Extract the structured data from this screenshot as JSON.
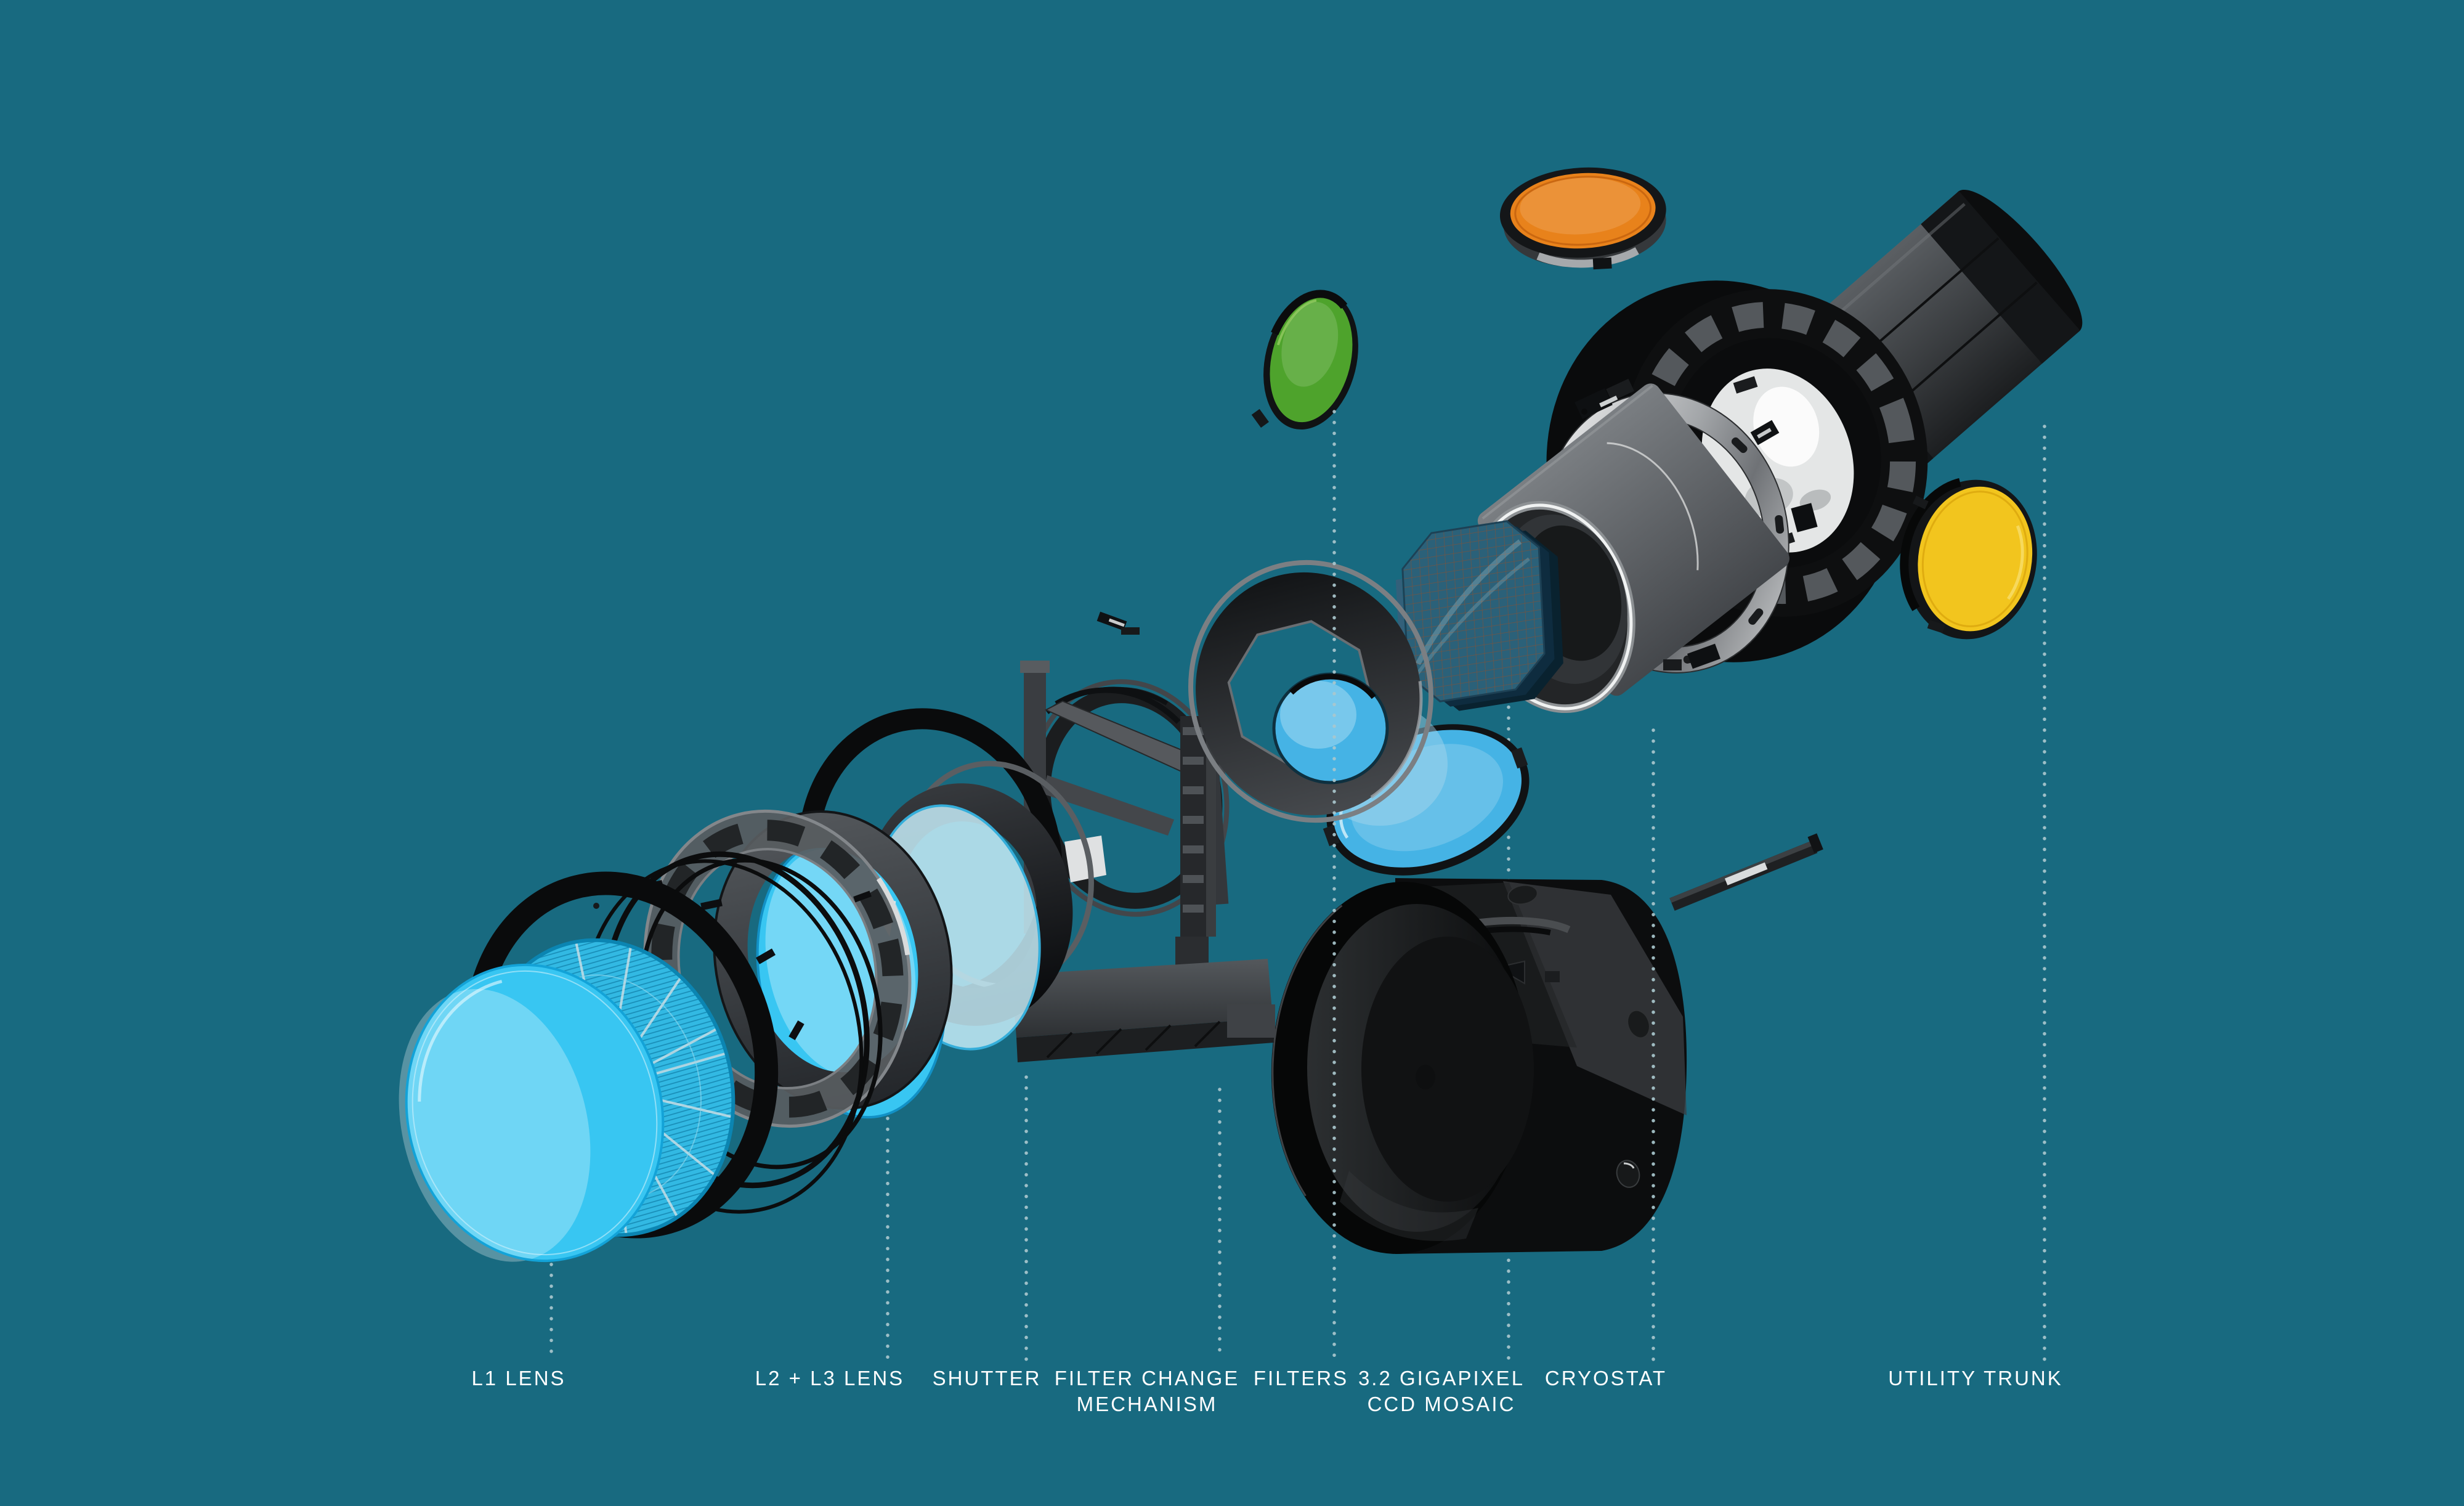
{
  "palette": {
    "bg": "#186a80",
    "label-color": "#ffffff",
    "dot-color": "#a9c7cd",
    "lens-cyan": "#38c6f2",
    "filter-green": "#4ea32c",
    "filter-orange": "#e8821b",
    "filter-yellow": "#f2c51e",
    "filter-blue": "#45b3e5",
    "ccd-blue": "#2b6179",
    "ccd-grid": "#7c523c"
  },
  "labels": [
    {
      "id": "l1-lens",
      "line1": "L1 LENS"
    },
    {
      "id": "l2-l3-lens",
      "line1": "L2 + L3 LENS"
    },
    {
      "id": "shutter",
      "line1": "SHUTTER"
    },
    {
      "id": "filter-change-mechanism",
      "line1": "FILTER CHANGE",
      "line2": "MECHANISM"
    },
    {
      "id": "filters",
      "line1": "FILTERS"
    },
    {
      "id": "ccd-mosaic",
      "line1": "3.2 GIGAPIXEL",
      "line2": "CCD MOSAIC"
    },
    {
      "id": "cryostat",
      "line1": "CRYOSTAT"
    },
    {
      "id": "utility-trunk",
      "line1": "UTILITY TRUNK"
    }
  ]
}
